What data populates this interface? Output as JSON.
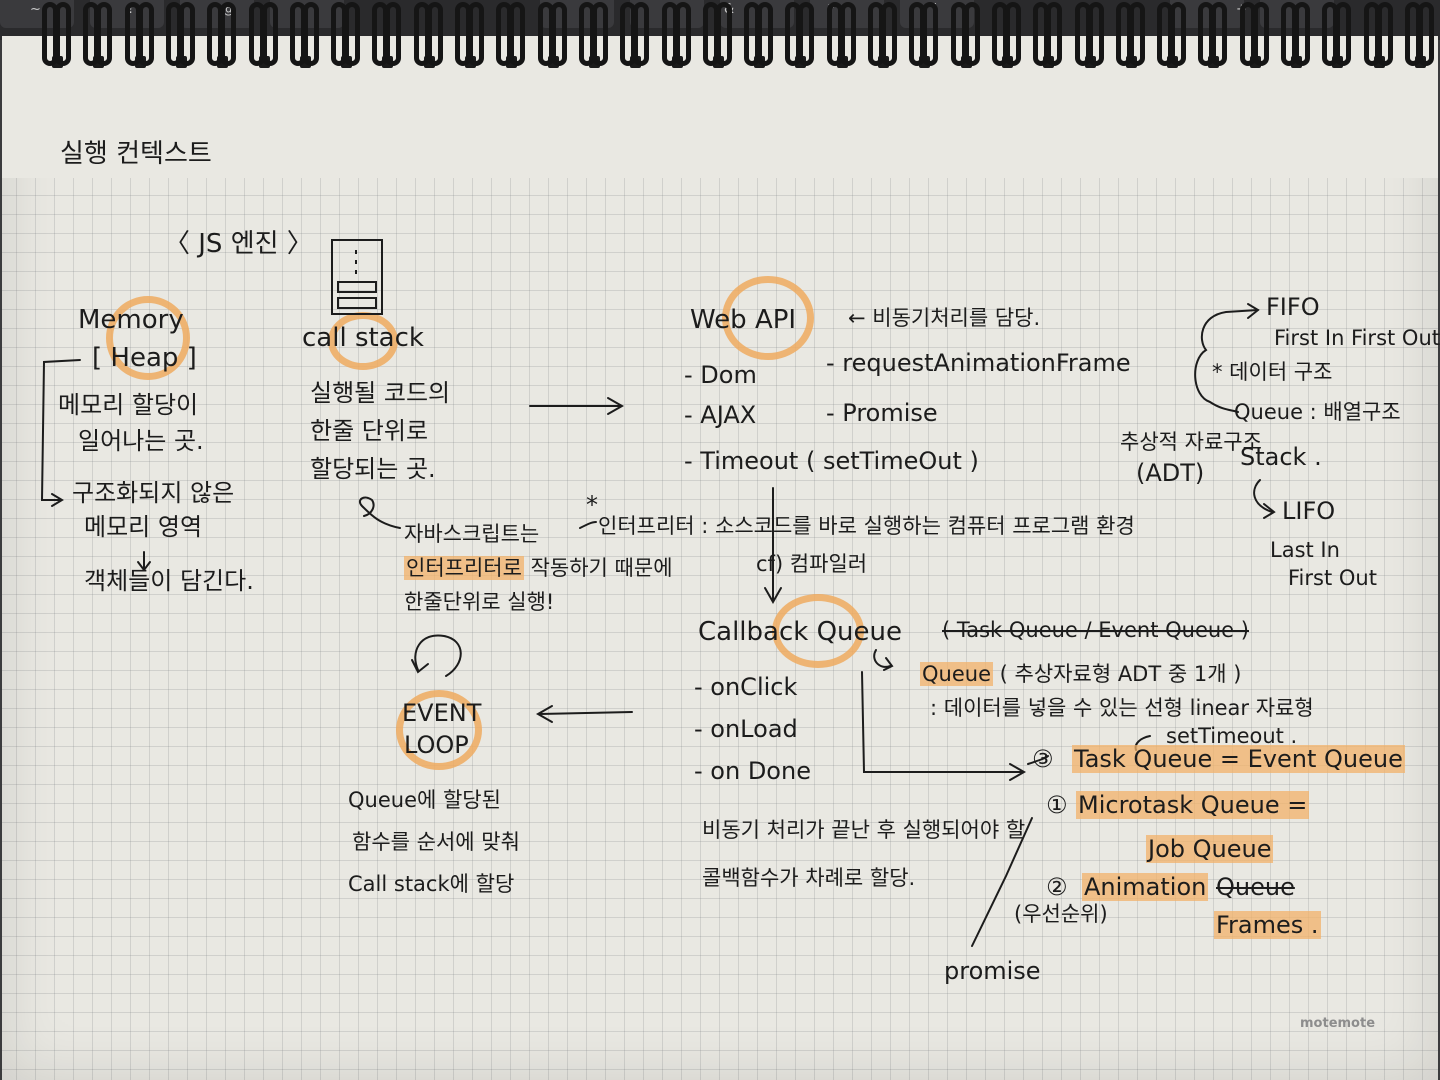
{
  "title": "실행 컨텍스트",
  "engine_label": "〈 JS 엔진 〉",
  "memory": {
    "title": "Memory",
    "heap": "[ Heap ]",
    "desc": [
      "메모리 할당이",
      "일어나는 곳."
    ],
    "desc2": [
      "구조화되지 않은",
      "메모리 영역"
    ],
    "desc3": "객체들이 담긴다."
  },
  "call_stack": {
    "title": "call stack",
    "desc": [
      "실행될 코드의",
      "한줄 단위로",
      "할당되는 곳."
    ]
  },
  "interpreter_note": {
    "lines": [
      "자바스크립트는",
      "인터프리터로 작동하기 때문에",
      "한줄단위로 실행!"
    ],
    "highlight": "인터프리터로",
    "rest_line2": " 작동하기 때문에",
    "star": "*",
    "def": "인터프리터 : 소스코드를 바로 실행하는 컴퓨터 프로그램 환경",
    "vs": "cf) 컴파일러"
  },
  "web_api": {
    "title": "Web API",
    "note": "← 비동기처리를 담당.",
    "items_left": [
      "- Dom",
      "- AJAX",
      "- Timeout ( setTimeOut )"
    ],
    "items_right": [
      "- requestAnimationFrame",
      "- Promise"
    ]
  },
  "fifo_note": {
    "fifo": "FIFO",
    "fifo_full": "First In First Out",
    "data_structure": "* 데이터 구조",
    "queue": "Queue : 배열구조",
    "adt": [
      "추상적 자료구조",
      "(ADT)"
    ],
    "stack": "Stack .",
    "lifo": "LIFO",
    "lifo_full": [
      "Last In",
      "First Out"
    ]
  },
  "callback_queue": {
    "title": "Callback Queue",
    "strike": "( Task Queue / Event Queue )",
    "items": [
      "- onClick",
      "- onLoad",
      "- on Done"
    ],
    "queue_note": "Queue",
    "queue_note_rest": " ( 추상자료형 ADT 중 1개 )",
    "queue_desc": ": 데이터를 넣을 수 있는 선형 linear 자료형",
    "settimeout": "setTimeout .",
    "task_num": "③",
    "task_queue": "Task Queue = Event Queue",
    "micro_num": "①",
    "microtask": "Microtask Queue =",
    "job_queue": "Job Queue",
    "anim_num": "②",
    "animation": "Animation",
    "anim_strike": "Queue",
    "frames": "Frames .",
    "priority": "(우선순위)",
    "promise": "promise",
    "bottom_note": [
      "비동기 처리가 끝난 후 실행되어야 할",
      "콜백함수가 차례로 할당."
    ]
  },
  "event_loop": {
    "title": [
      "EVENT",
      "LOOP"
    ],
    "desc": [
      "Queue에 할당된",
      "함수를 순서에 맞춰",
      "Call stack에 할당"
    ]
  },
  "watermark": "motemote",
  "keyboard_glyphs": [
    "~",
    "!",
    "@",
    "^",
    "&",
    "*",
    "(",
    "+"
  ]
}
